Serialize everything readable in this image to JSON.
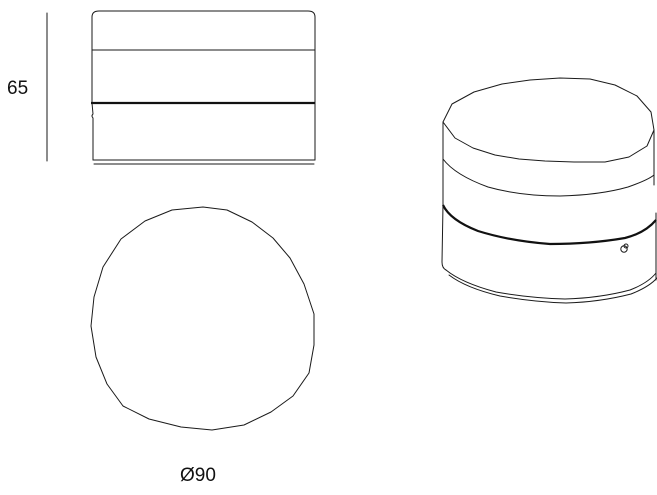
{
  "dimensions": {
    "height": "65",
    "diameter": "Ø90"
  },
  "views": [
    "front-elevation",
    "top-plan",
    "perspective"
  ],
  "colors": {
    "stroke": "#1a1a1a",
    "background": "#ffffff"
  }
}
